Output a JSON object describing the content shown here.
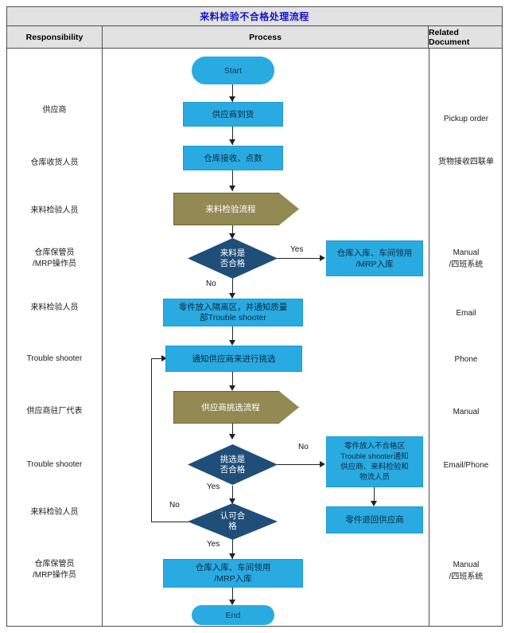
{
  "document": {
    "title": "来料检验不合格处理流程",
    "accent_title_color": "#1616c8",
    "header_bg": "#e2e2e2"
  },
  "columns": {
    "responsibility": "Responsibility",
    "process": "Process",
    "related_document": "Related Document"
  },
  "palette": {
    "process_fill": "#29abe2",
    "decision_fill": "#1f4e79",
    "predefined_fill": "#938953",
    "terminator_fill": "#29abe2",
    "line": "#222222"
  },
  "responsibilities": [
    {
      "label": "供应商"
    },
    {
      "label": "仓库收货人员"
    },
    {
      "label": "来料检验人员"
    },
    {
      "label": "仓库保管员\n/MRP操作员",
      "line1": "仓库保管员",
      "line2": "/MRP操作员"
    },
    {
      "label": "来料检验人员"
    },
    {
      "label": "Trouble shooter"
    },
    {
      "label": "供应商驻厂代表"
    },
    {
      "label": "Trouble shooter"
    },
    {
      "label": "来料检验人员"
    },
    {
      "label": "仓库保管员\n/MRP操作员",
      "line1": "仓库保管员",
      "line2": "/MRP操作员"
    }
  ],
  "related_documents": [
    {
      "label": "Pickup order"
    },
    {
      "label": "货物接收四联单"
    },
    {
      "line1": "Manual",
      "line2": "/四班系统"
    },
    {
      "label": "Email"
    },
    {
      "label": "Phone"
    },
    {
      "label": "Manual"
    },
    {
      "label": "Email/Phone"
    },
    {
      "line1": "Manual",
      "line2": "/四班系统"
    }
  ],
  "nodes": {
    "start": {
      "label": "Start",
      "type": "terminator"
    },
    "supplier_delivery": {
      "label": "供应商到货",
      "type": "process"
    },
    "warehouse_receive": {
      "label": "仓库接收、点数",
      "type": "process"
    },
    "incoming_inspection": {
      "label": "来料检验流程",
      "type": "predefined-process"
    },
    "decision_material_ok": {
      "line1": "来料是",
      "line2": "否合格",
      "type": "decision"
    },
    "stock_in_1": {
      "line1": "仓库入库、车间领用",
      "line2": "/MRP入库",
      "type": "process"
    },
    "quarantine": {
      "line1": "零件放入隔离区，并通知质量",
      "line2": "部Trouble shooter",
      "type": "process"
    },
    "notify_supplier_sort": {
      "label": "通知供应商来进行挑选",
      "type": "process"
    },
    "supplier_sorting_flow": {
      "label": "供应商挑选流程",
      "type": "predefined-process"
    },
    "decision_sort_ok": {
      "line1": "挑选是",
      "line2": "否合格",
      "type": "decision"
    },
    "reject_area": {
      "line1": "零件放入不合格区",
      "line2": "Trouble shooter通知",
      "line3": "供应商、来料检验和",
      "line4": "物流人员",
      "type": "process"
    },
    "return_to_supplier": {
      "label": "零件退回供应商",
      "type": "process"
    },
    "decision_approve_ok": {
      "line1": "认可合",
      "line2": "格",
      "type": "decision"
    },
    "stock_in_2": {
      "line1": "仓库入库、车间领用",
      "line2": "/MRP入库",
      "type": "process"
    },
    "end": {
      "label": "End",
      "type": "terminator"
    }
  },
  "edge_labels": {
    "material_yes": "Yes",
    "material_no": "No",
    "sort_no": "No",
    "sort_yes": "Yes",
    "approve_no": "No",
    "approve_yes": "Yes"
  }
}
